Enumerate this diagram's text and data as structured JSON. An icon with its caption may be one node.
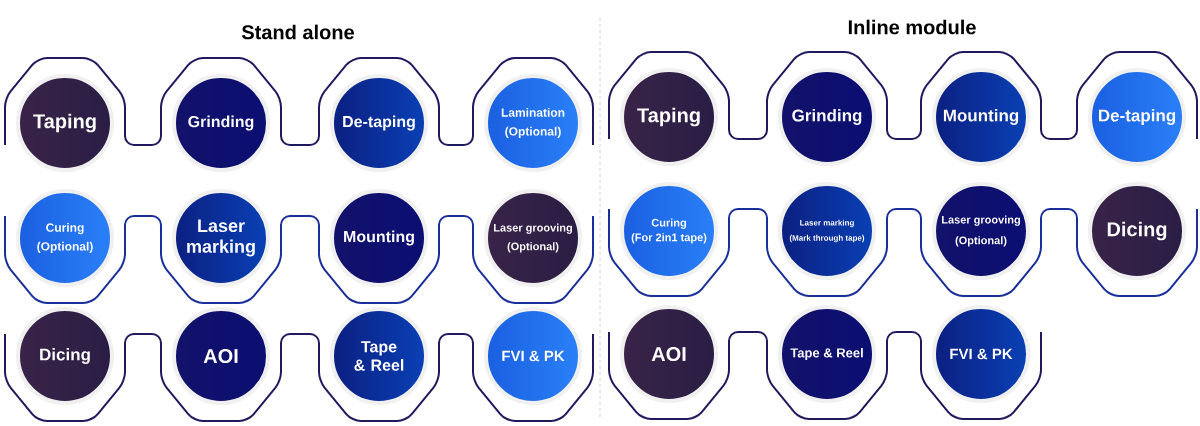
{
  "diagram": {
    "labels": [
      "Stand alone",
      "Inline module"
    ],
    "nodes": [
      {
        "text": [
          "Taping"
        ]
      },
      {
        "text": [
          "Grinding"
        ]
      },
      {
        "text": [
          "De-taping"
        ]
      },
      {
        "text": [
          "Lamination",
          "(Optional)"
        ]
      },
      {
        "text": [
          "Curing",
          "(Optional)"
        ]
      },
      {
        "text": [
          "Laser marking"
        ]
      },
      {
        "text": [
          "Mounting"
        ]
      },
      {
        "text": [
          "Laser grooving",
          "(Optional)"
        ]
      },
      {
        "text": [
          "Dicing"
        ]
      },
      {
        "text": [
          "AOI"
        ]
      },
      {
        "text": [
          "Tape & Reel"
        ]
      },
      {
        "text": [
          "FVI & PK"
        ]
      },
      {
        "text": [
          "Taping"
        ]
      },
      {
        "text": [
          "Grinding"
        ]
      },
      {
        "text": [
          "Mounting"
        ]
      },
      {
        "text": [
          "De-taping"
        ]
      },
      {
        "text": [
          "Curing",
          "(For 2in1 tape)"
        ]
      },
      {
        "text": [
          "Laser marking",
          "(Mark through tape)"
        ]
      },
      {
        "text": [
          "Laser grooving",
          "(Optional)"
        ]
      },
      {
        "text": [
          "Dicing"
        ]
      },
      {
        "text": [
          "AOI"
        ]
      },
      {
        "text": [
          "Tape & Reel"
        ]
      },
      {
        "text": [
          "FVI & PK"
        ]
      }
    ]
  }
}
